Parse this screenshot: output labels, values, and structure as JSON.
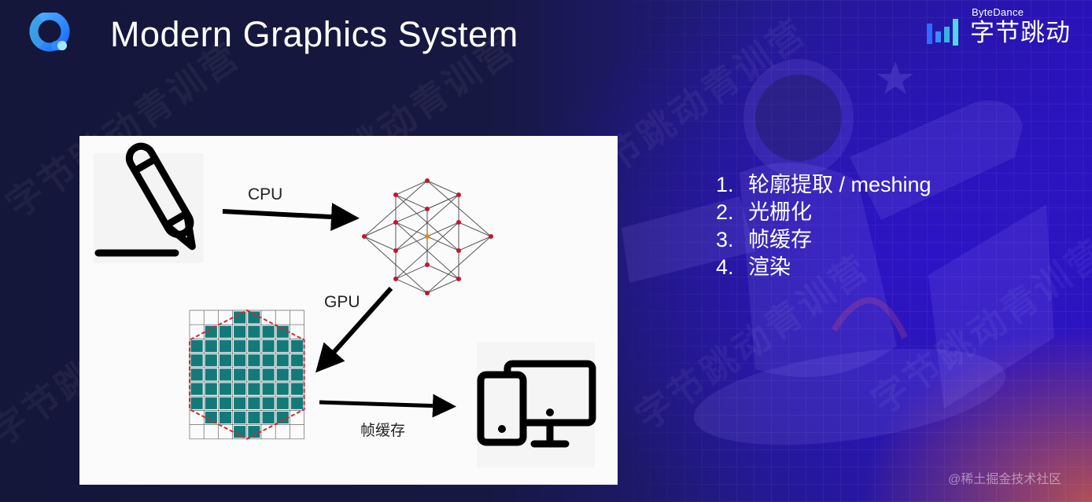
{
  "slide": {
    "title": "Modern Graphics System",
    "brand": {
      "en": "ByteDance",
      "cn": "字节跳动",
      "bar_colors": [
        "#2f6bff",
        "#3fa8ff",
        "#4fd9e6"
      ]
    },
    "app_logo": "q-logo-icon",
    "background_watermark": "字节跳动青训营",
    "footer_watermark": "@稀土掘金技术社区"
  },
  "diagram": {
    "labels": {
      "cpu": "CPU",
      "gpu": "GPU",
      "framebuffer": "帧缓存"
    },
    "icons": [
      "pencil-icon",
      "mesh-graph-icon",
      "raster-grid-icon",
      "devices-icon"
    ],
    "raster_grid": {
      "cols": 8,
      "rows": 9,
      "filled_rows": [
        [
          3,
          4
        ],
        [
          1,
          2,
          3,
          4,
          5,
          6
        ],
        [
          0,
          1,
          2,
          3,
          4,
          5,
          6,
          7
        ],
        [
          0,
          1,
          2,
          3,
          4,
          5,
          6,
          7
        ],
        [
          0,
          1,
          2,
          3,
          4,
          5,
          6,
          7
        ],
        [
          0,
          1,
          2,
          3,
          4,
          5,
          6,
          7
        ],
        [
          0,
          1,
          2,
          3,
          4,
          5,
          6,
          7
        ],
        [
          1,
          2,
          3,
          4,
          5,
          6
        ],
        [
          3,
          4
        ]
      ],
      "fill_color": "#137a7a",
      "outline_color": "#d9262b"
    },
    "mesh": {
      "node_color": "#c0182b",
      "center_color": "#e08a1a"
    }
  },
  "steps": [
    {
      "num": "1.",
      "text": "轮廓提取 / meshing"
    },
    {
      "num": "2.",
      "text": "光栅化"
    },
    {
      "num": "3.",
      "text": "帧缓存"
    },
    {
      "num": "4.",
      "text": "渲染"
    }
  ]
}
